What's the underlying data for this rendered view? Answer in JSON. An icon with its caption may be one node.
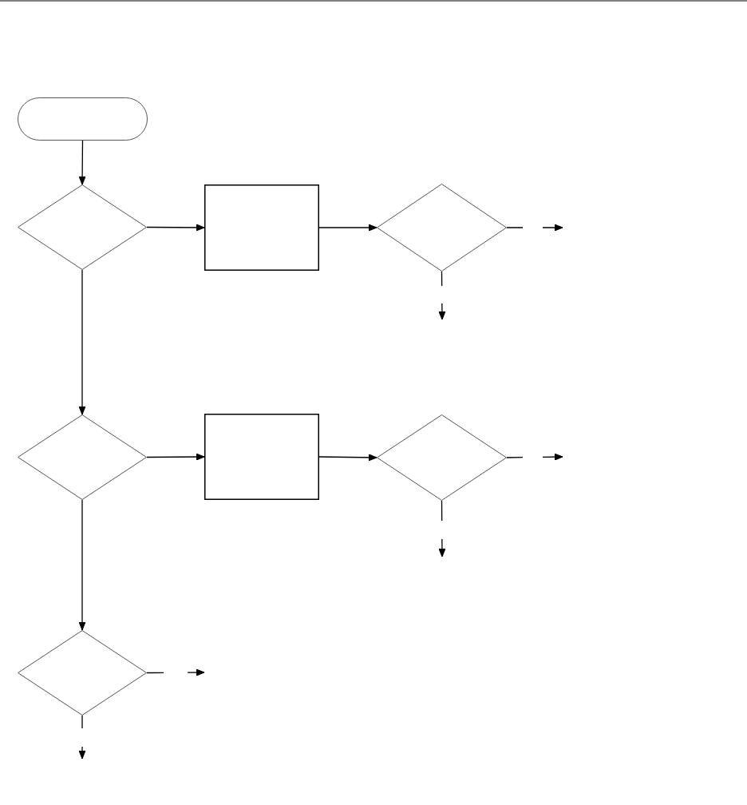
{
  "diagram": {
    "nodes": [
      {
        "text": [],
        "shape": "pill"
      },
      {
        "text": [],
        "shape": "diamond"
      },
      {
        "text": [],
        "shape": "box"
      },
      {
        "text": [],
        "shape": "diamond"
      },
      {
        "text": [],
        "shape": "diamond"
      },
      {
        "text": [],
        "shape": "box"
      },
      {
        "text": [],
        "shape": "diamond"
      },
      {
        "text": [],
        "shape": "diamond"
      }
    ],
    "edges": [
      {
        "from": 0,
        "to": 1,
        "arrow": "to"
      },
      {
        "from": 1,
        "to": 2,
        "arrow": "to"
      },
      {
        "from": 2,
        "to": 3,
        "arrow": "to"
      },
      {
        "from": 3,
        "to": null,
        "arrow": "to"
      },
      {
        "from": 3,
        "to": null,
        "arrow": "to"
      },
      {
        "from": 1,
        "to": 4,
        "arrow": "to"
      },
      {
        "from": 4,
        "to": 5,
        "arrow": "to"
      },
      {
        "from": 5,
        "to": 6,
        "arrow": "to"
      },
      {
        "from": 6,
        "to": null,
        "arrow": "to"
      },
      {
        "from": 6,
        "to": null,
        "arrow": "to"
      },
      {
        "from": 4,
        "to": 7,
        "arrow": "to"
      },
      {
        "from": 7,
        "to": null,
        "arrow": "to"
      },
      {
        "from": 7,
        "to": null,
        "arrow": "to"
      }
    ]
  }
}
